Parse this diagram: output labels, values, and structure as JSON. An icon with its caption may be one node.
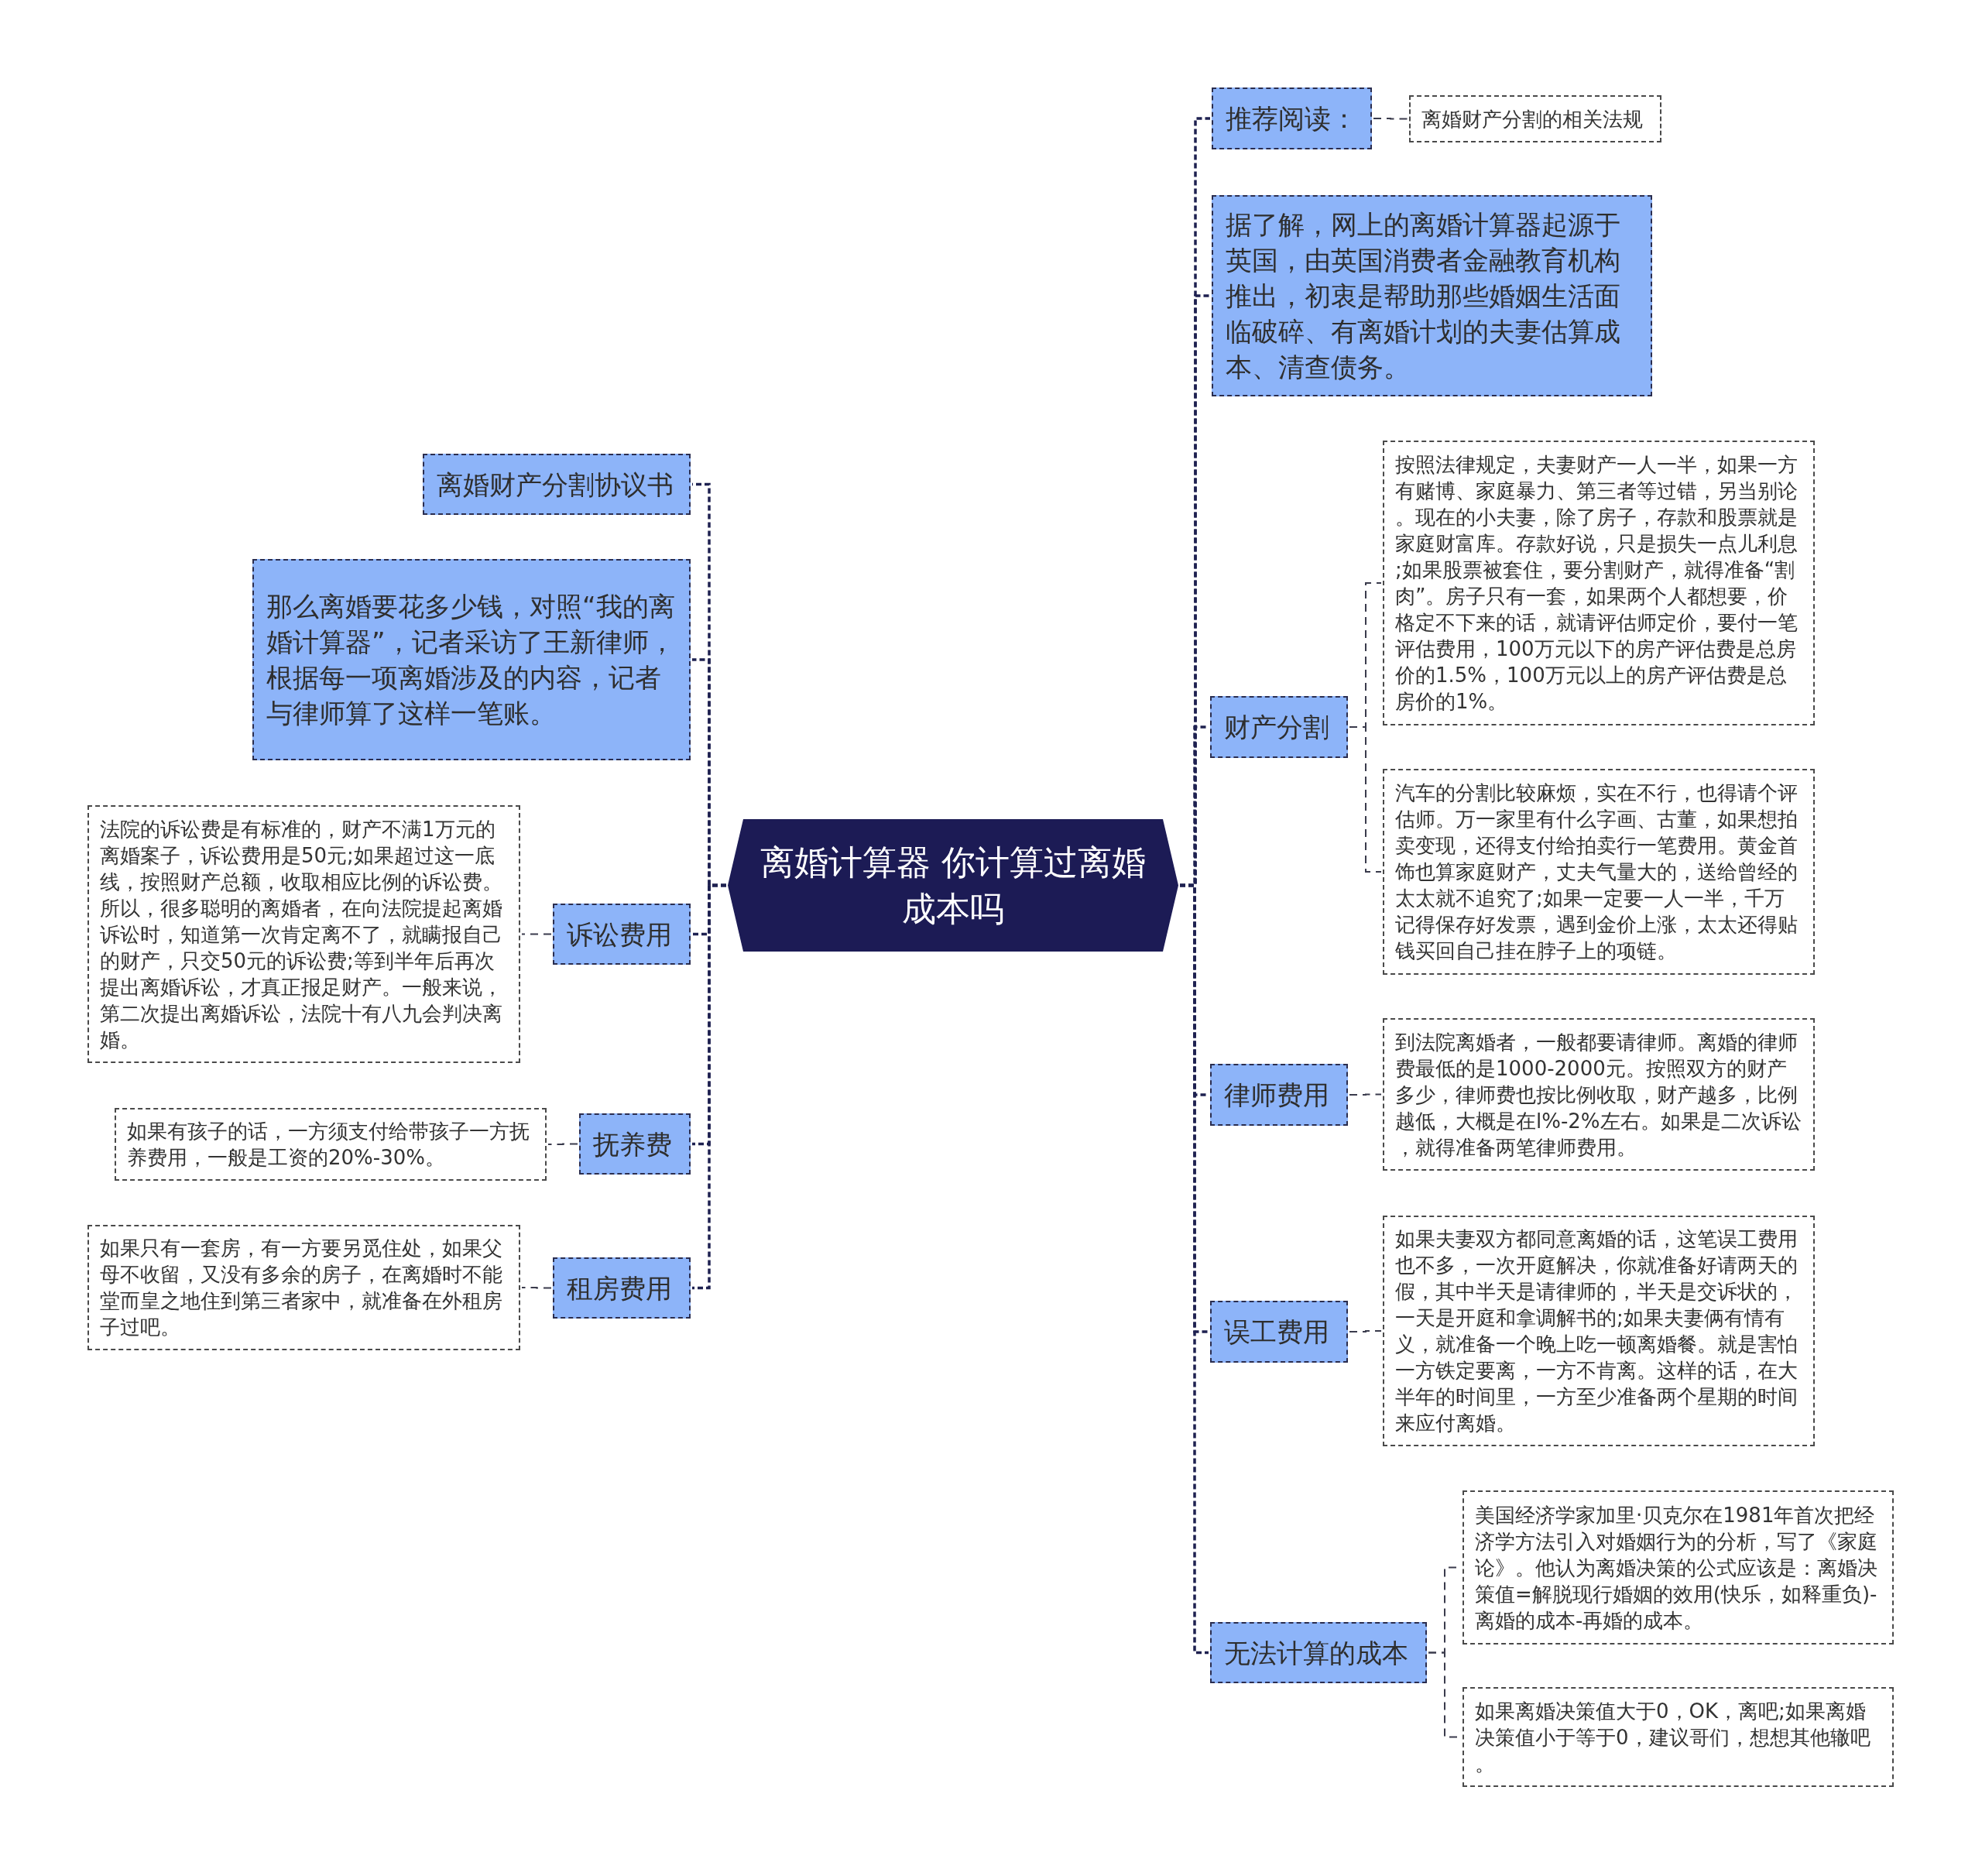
{
  "diagram": {
    "nodes": [
      {
        "text": [
          "离婚计算器 你计算过离婚成本吗"
        ]
      },
      {
        "text": [
          "推荐阅读："
        ]
      },
      {
        "text": [
          "离婚财产分割的相关法规"
        ]
      },
      {
        "text": [
          "据了解，网上的离婚计算器起源于英国，由英国消费者金融教育机构推出，初衷是帮助那些婚姻生活面临破碎、有离婚计划的夫妻估算成本、清查债务。"
        ]
      },
      {
        "text": [
          "财产分割"
        ]
      },
      {
        "text": [
          "按照法律规定，夫妻财产一人一半，如果一方有赌博、家庭暴力、第三者等过错，另当别论。现在的小夫妻，除了房子，存款和股票就是家庭财富库。存款好说，只是损失一点儿利息;如果股票被套住，要分割财产，就得准备“割肉”。房子只有一套，如果两个人都想要，价格定不下来的话，就请评估师定价，要付一笔评估费用，100万元以下的房产评估费是总房价的1.5%，100万元以上的房产评估费是总房价的1%。"
        ]
      },
      {
        "text": [
          "汽车的分割比较麻烦，实在不行，也得请个评估师。万一家里有什么字画、古董，如果想拍卖变现，还得支付给拍卖行一笔费用。黄金首饰也算家庭财产，丈夫气量大的，送给曾经的太太就不追究了;如果一定要一人一半，千万记得保存好发票，遇到金价上涨，太太还得贴钱买回自己挂在脖子上的项链。"
        ]
      },
      {
        "text": [
          "律师费用"
        ]
      },
      {
        "text": [
          "到法院离婚者，一般都要请律师。离婚的律师费最低的是1000-2000元。按照双方的财产多少，律师费也按比例收取，财产越多，比例越低，大概是在l%-2%左右。如果是二次诉讼，就得准备两笔律师费用。"
        ]
      },
      {
        "text": [
          "误工费用"
        ]
      },
      {
        "text": [
          "如果夫妻双方都同意离婚的话，这笔误工费用也不多，一次开庭解决，你就准备好请两天的假，其中半天是请律师的，半天是交诉状的，一天是开庭和拿调解书的;如果夫妻俩有情有义，就准备一个晚上吃一顿离婚餐。就是害怕一方铁定要离，一方不肯离。这样的话，在大半年的时间里，一方至少准备两个星期的时间来应付离婚。"
        ]
      },
      {
        "text": [
          "无法计算的成本"
        ]
      },
      {
        "text": [
          "美国经济学家加里·贝克尔在1981年首次把经济学方法引入对婚姻行为的分析，写了《家庭论》。他认为离婚决策的公式应该是：离婚决策值=解脱现行婚姻的效用(快乐，如释重负)-离婚的成本-再婚的成本。"
        ]
      },
      {
        "text": [
          "如果离婚决策值大于0，OK，离吧;如果离婚决策值小于等于0，建议哥们，想想其他辙吧。"
        ]
      },
      {
        "text": [
          "离婚财产分割协议书"
        ]
      },
      {
        "text": [
          "那么离婚要花多少钱，对照“我的离婚计算器”，记者采访了王新律师，根据每一项离婚涉及的内容，记者与律师算了这样一笔账。"
        ]
      },
      {
        "text": [
          "诉讼费用"
        ]
      },
      {
        "text": [
          "法院的诉讼费是有标准的，财产不满1万元的离婚案子，诉讼费用是50元;如果超过这一底线，按照财产总额，收取相应比例的诉讼费。所以，很多聪明的离婚者，在向法院提起离婚诉讼时，知道第一次肯定离不了，就瞒报自己的财产，只交50元的诉讼费;等到半年后再次提出离婚诉讼，才真正报足财产。一般来说，第二次提出离婚诉讼，法院十有八九会判决离婚。"
        ]
      },
      {
        "text": [
          "抚养费"
        ]
      },
      {
        "text": [
          "如果有孩子的话，一方须支付给带孩子一方抚养费用，一般是工资的20%-30%。"
        ]
      },
      {
        "text": [
          "租房费用"
        ]
      },
      {
        "text": [
          "如果只有一套房，有一方要另觅住处，如果父母不收留，又没有多余的房子，在离婚时不能堂而皇之地住到第三者家中，就准备在外租房子过吧。"
        ]
      }
    ],
    "edges": [
      {
        "from": 0,
        "to": 1,
        "arrow": "none",
        "style": "dashed"
      },
      {
        "from": 0,
        "to": 3,
        "arrow": "none",
        "style": "dashed"
      },
      {
        "from": 0,
        "to": 4,
        "arrow": "none",
        "style": "dashed"
      },
      {
        "from": 0,
        "to": 7,
        "arrow": "none",
        "style": "dashed"
      },
      {
        "from": 0,
        "to": 9,
        "arrow": "none",
        "style": "dashed"
      },
      {
        "from": 0,
        "to": 11,
        "arrow": "none",
        "style": "dashed"
      },
      {
        "from": 1,
        "to": 2,
        "arrow": "none",
        "style": "dashed"
      },
      {
        "from": 4,
        "to": 5,
        "arrow": "none",
        "style": "dashed"
      },
      {
        "from": 4,
        "to": 6,
        "arrow": "none",
        "style": "dashed"
      },
      {
        "from": 7,
        "to": 8,
        "arrow": "none",
        "style": "dashed"
      },
      {
        "from": 9,
        "to": 10,
        "arrow": "none",
        "style": "dashed"
      },
      {
        "from": 11,
        "to": 12,
        "arrow": "none",
        "style": "dashed"
      },
      {
        "from": 11,
        "to": 13,
        "arrow": "none",
        "style": "dashed"
      },
      {
        "from": 0,
        "to": 14,
        "arrow": "none",
        "style": "dashed"
      },
      {
        "from": 0,
        "to": 15,
        "arrow": "none",
        "style": "dashed"
      },
      {
        "from": 0,
        "to": 16,
        "arrow": "none",
        "style": "dashed"
      },
      {
        "from": 0,
        "to": 18,
        "arrow": "none",
        "style": "dashed"
      },
      {
        "from": 0,
        "to": 20,
        "arrow": "none",
        "style": "dashed"
      },
      {
        "from": 16,
        "to": 17,
        "arrow": "none",
        "style": "dashed"
      },
      {
        "from": 18,
        "to": 19,
        "arrow": "none",
        "style": "dashed"
      },
      {
        "from": 20,
        "to": 21,
        "arrow": "none",
        "style": "dashed"
      }
    ]
  }
}
